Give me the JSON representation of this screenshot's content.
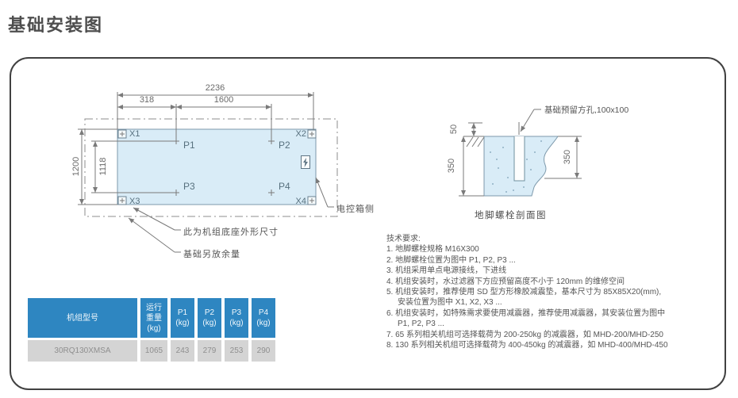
{
  "page": {
    "title": "基础安装图"
  },
  "plan": {
    "dim_total_width": "2236",
    "dim_left_offset": "318",
    "dim_point_span": "1600",
    "dim_total_depth": "1200",
    "dim_point_depth": "1118",
    "anchors": [
      "X1",
      "X2",
      "X3",
      "X4"
    ],
    "points": [
      "P1",
      "P2",
      "P3",
      "P4"
    ],
    "label_control_box": "电控箱侧",
    "label_base_outline": "此为机组底座外形尺寸",
    "label_margin": "基础另放余量"
  },
  "section": {
    "label_hole": "基础预留方孔,100x100",
    "dim_top": "50",
    "dim_left": "350",
    "dim_right": "350",
    "caption": "地脚螺栓剖面图"
  },
  "tech": {
    "lines": [
      {
        "text": "技术要求:"
      },
      {
        "text": "1. 地脚螺栓规格 M16X300"
      },
      {
        "text": "2. 地脚螺栓位置为图中 P1, P2, P3 ..."
      },
      {
        "text": "3. 机组采用单点电源接线，下进线"
      },
      {
        "text": "4. 机组安装时，水过滤器下方应预留高度不小于 120mm 的维修空间"
      },
      {
        "text": "5. 机组安装时，推荐使用 SD 型方形橡胶减震垫，基本尺寸为 85X85X20(mm),"
      },
      {
        "text": "安装位置为图中 X1, X2, X3 ..."
      },
      {
        "text": "6. 机组安装时，如特殊需求要使用减震器，推荐使用减震器，其安装位置为图中"
      },
      {
        "text": "P1, P2, P3 ..."
      },
      {
        "text": "7. 65 系列相关机组可选择载荷为 200-250kg 的减震器，如 MHD-200/MHD-250"
      },
      {
        "text": "8. 130 系列相关机组可选择载荷为 400-450kg 的减震器，如 MHD-400/MHD-450"
      }
    ]
  },
  "table": {
    "headers": [
      "机组型号",
      "运行\n重量\n(kg)",
      "P1\n(kg)",
      "P2\n(kg)",
      "P3\n(kg)",
      "P4\n(kg)"
    ],
    "row": [
      "30RQ130XMSA",
      "1065",
      "243",
      "279",
      "253",
      "290"
    ]
  },
  "colors": {
    "accent_blue": "#2e86c1",
    "diagram_fill": "#d9ecf7",
    "row_gray": "#d4d4d4",
    "line_gray": "#7a7a7a"
  }
}
